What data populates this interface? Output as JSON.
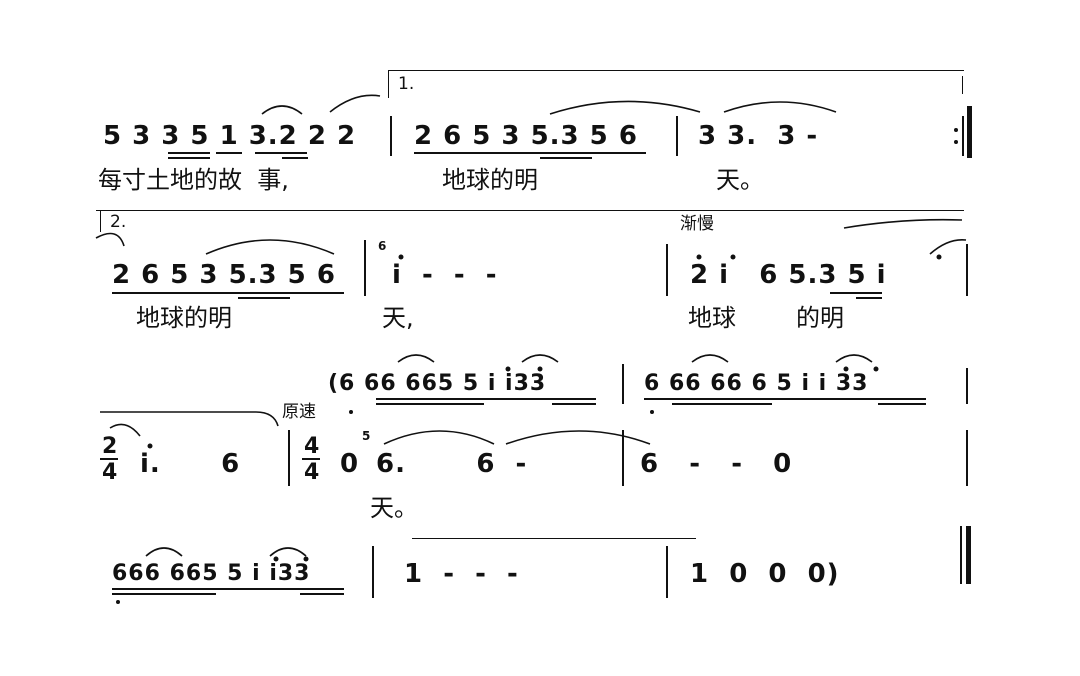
{
  "system1": {
    "volta_label": "1.",
    "measure_a": "5 3 3 5 1 3.2 2 2",
    "measure_b": "2 6 5 3 5.3 5 6",
    "measure_c": "3 3.  3 -",
    "lyrics_a": "每寸土地的故  事,",
    "lyrics_b": "地球的明",
    "lyrics_c": "天。"
  },
  "system2": {
    "volta_label": "2.",
    "tempo_mark": "渐慢",
    "measure_a": "2 6 5 3 5.3 5 6",
    "grace_a": "6",
    "measure_b": "i  -  -  -",
    "measure_c": "2 i   6 5.3 5 i",
    "lyrics_a": "地球的明",
    "lyrics_b": "天,",
    "lyrics_c": "地球",
    "lyrics_d": "的明"
  },
  "system3": {
    "upper_a": "(6 66 665 5 i i33",
    "upper_b": "6 66 66 6 5 i i 33",
    "tempo_mark": "原速",
    "time_sig_1_top": "2",
    "time_sig_1_bottom": "4",
    "time_sig_2_top": "4",
    "time_sig_2_bottom": "4",
    "lower_a": "i.      6",
    "lower_b": "0",
    "grace_b": "5",
    "lower_c": "6.       6  -",
    "lower_d": "6   -   -   0",
    "lyrics_a": "天。"
  },
  "system4": {
    "measure_a": "666 665 5 i i33",
    "measure_b": "1  -  -  -",
    "measure_c": "1  0  0  0)"
  }
}
